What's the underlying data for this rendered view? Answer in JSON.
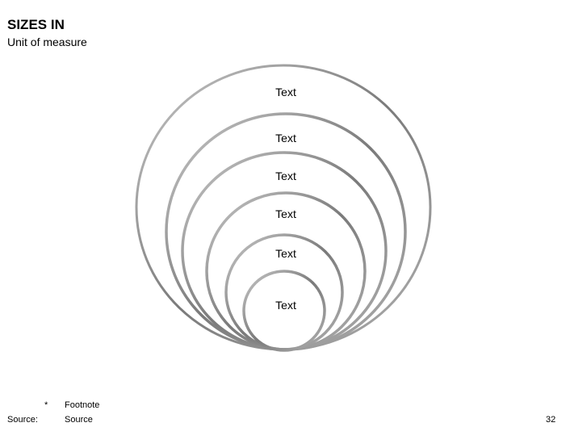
{
  "title": "SIZES IN",
  "subtitle": "Unit of measure",
  "circles": [
    {
      "label": "Text"
    },
    {
      "label": "Text"
    },
    {
      "label": "Text"
    },
    {
      "label": "Text"
    },
    {
      "label": "Text"
    },
    {
      "label": "Text"
    }
  ],
  "stroke_color": "#808080",
  "footnote": {
    "marker": "*",
    "text": "Footnote"
  },
  "source": {
    "label": "Source:",
    "text": "Source"
  },
  "page_number": "32"
}
